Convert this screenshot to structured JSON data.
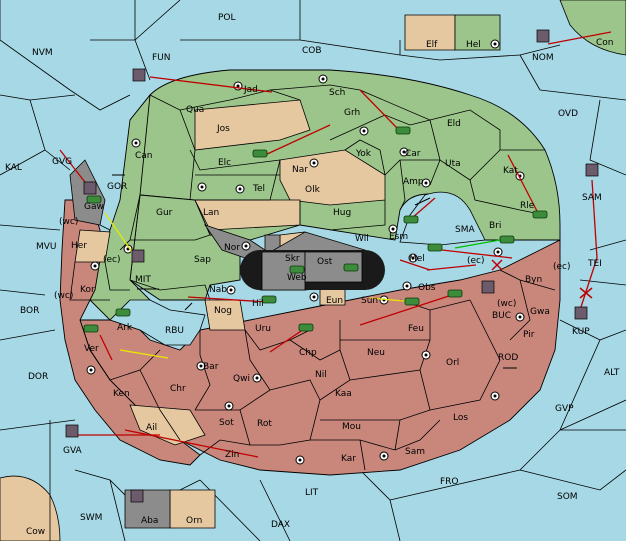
{
  "colors": {
    "sea": "#a6d8e6",
    "green": "#9bc58a",
    "tan": "#e6c8a0",
    "red": "#c9877c",
    "gray": "#8c8c8c",
    "dark": "#1a1a1a",
    "order_move": "#c00000",
    "order_support": "#e8e800",
    "order_convoy": "#00c000"
  },
  "labels": {
    "pol": "POL",
    "nvm": "NVM",
    "fun": "FUN",
    "cob": "COB",
    "con": "Con",
    "nom": "NOM",
    "elf": "Elf",
    "hel": "Hel",
    "ovd": "OVD",
    "kal": "KAL",
    "gvg": "GVG",
    "gor": "GOR",
    "jad": "Jad",
    "sch": "Sch",
    "qua": "Qua",
    "jos": "Jos",
    "grh": "Grh",
    "car": "Car",
    "eld": "Eld",
    "can": "Can",
    "yok": "Yok",
    "nar": "Nar",
    "elc": "Elc",
    "tel": "Tel",
    "olk": "Olk",
    "uta": "Uta",
    "amp": "Amp",
    "kat": "Kat",
    "rle": "Rle",
    "sam": "SAM",
    "gaw": "Gaw",
    "wc1": "(wc)",
    "mvu": "MVU",
    "her": "Her",
    "ec1": "(ec)",
    "gur": "Gur",
    "lan": "Lan",
    "hug": "Hug",
    "esm": "Esm",
    "bri": "Bri",
    "sma": "SMA",
    "nor": "Nor",
    "skr": "Skr",
    "ost": "Ost",
    "wil": "Wil",
    "mel": "Mel",
    "sap": "Sap",
    "web": "Web",
    "tei": "TEI",
    "mit": "MIT",
    "kor": "Kor",
    "wc2": "(wc)",
    "ec2": "(ec)",
    "byn": "Byn",
    "ec3": "(ec)",
    "nab": "Nab",
    "eun": "Eun",
    "sun": "Sun",
    "obs": "Obs",
    "hil": "Hil",
    "wc3": "(wc)",
    "gwa": "Gwa",
    "bor": "BOR",
    "ark": "Ark",
    "nog": "Nog",
    "uru": "Uru",
    "feu": "Feu",
    "buc": "BUC",
    "kup": "KUP",
    "rbu": "RBU",
    "pir": "Pir",
    "ver": "Ver",
    "chp": "Chp",
    "neu": "Neu",
    "bar": "Bar",
    "qwi": "Qwi",
    "nil": "Nil",
    "orl": "Orl",
    "rod": "ROD",
    "dor": "DOR",
    "chr": "Chr",
    "ken": "Ken",
    "kaa": "Kaa",
    "alt": "ALT",
    "sot": "Sot",
    "rot": "Rot",
    "los": "Los",
    "mou": "Mou",
    "ail": "Ail",
    "gvp": "GVP",
    "gva": "GVA",
    "zin": "Zin",
    "kar": "Kar",
    "sam2": "Sam",
    "fro": "FRO",
    "lit": "LIT",
    "som": "SOM",
    "swm": "SWM",
    "aba": "Aba",
    "orn": "Orn",
    "dax": "DAX",
    "cow": "Cow"
  }
}
